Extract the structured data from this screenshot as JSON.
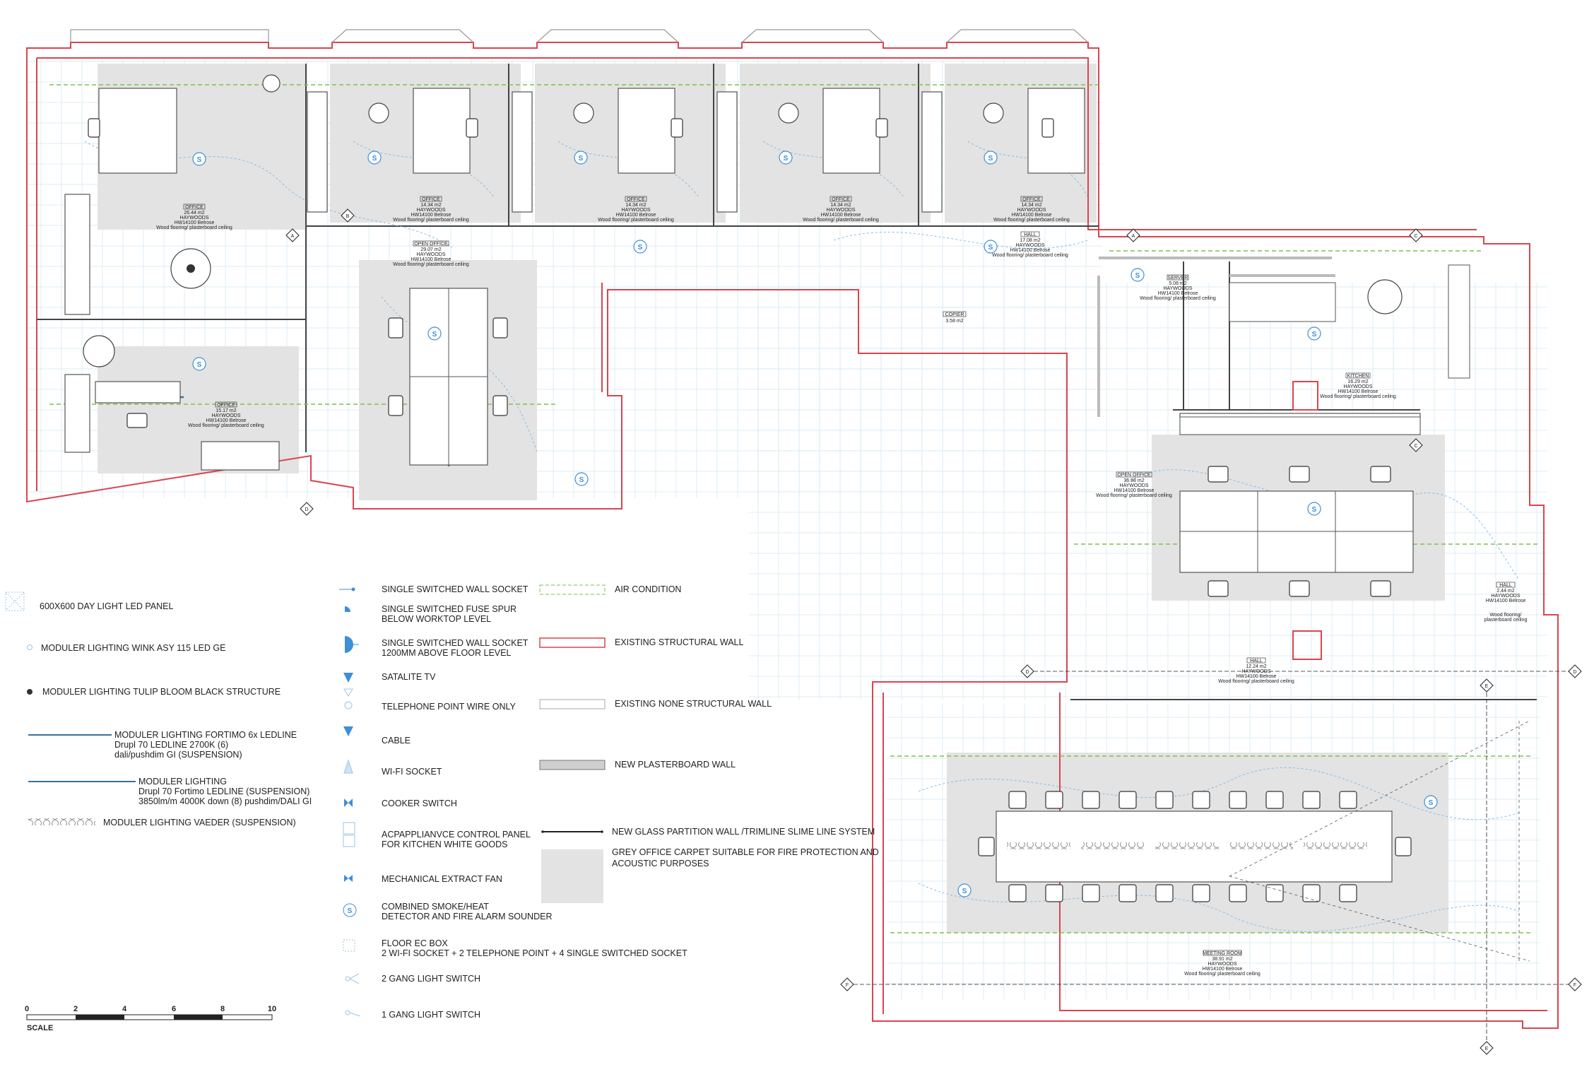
{
  "colors": {
    "structural_wall": "#d9454f",
    "partition": "#333333",
    "carpet": "#e3e3e3",
    "light_blue": "#3d8fd6",
    "aircon_green": "#7cc24a",
    "grid": "#cfe4f2",
    "background": "#ffffff"
  },
  "rooms": [
    {
      "id": "office1",
      "name": "OFFICE",
      "lines": [
        "26.44 m2",
        "HAYWOODS",
        "HW14100 Belrose",
        "Wood flooring/ plasterboard ceiling"
      ]
    },
    {
      "id": "office2",
      "name": "OFFICE",
      "lines": [
        "14.34 m2",
        "HAYWOODS",
        "HW14100 Belrose",
        "Wood flooring/ plasterboard ceiling"
      ]
    },
    {
      "id": "office3",
      "name": "OFFICE",
      "lines": [
        "14.34 m2",
        "HAYWOODS",
        "HW14100 Belrose",
        "Wood flooring/ plasterboard ceiling"
      ]
    },
    {
      "id": "office4",
      "name": "OFFICE",
      "lines": [
        "14.34 m2",
        "HAYWOODS",
        "HW14100 Belrose",
        "Wood flooring/ plasterboard ceiling"
      ]
    },
    {
      "id": "office5",
      "name": "OFFICE",
      "lines": [
        "14.34 m2",
        "HAYWOODS",
        "HW14100 Belrose",
        "Wood flooring/ plasterboard ceiling"
      ]
    },
    {
      "id": "open_office1",
      "name": "OPEN OFFICE",
      "lines": [
        "29.07 m2",
        "HAYWOODS",
        "HW14100 Belrose",
        "Wood flooring/ plasterboard ceiling"
      ]
    },
    {
      "id": "hall1",
      "name": "HALL",
      "lines": [
        "17.08 m2",
        "HAYWOODS",
        "HW14100 Belrose",
        "Wood flooring/ plasterboard ceiling"
      ]
    },
    {
      "id": "office6",
      "name": "OFFICE",
      "lines": [
        "15.17 m2",
        "HAYWOODS",
        "HW14100 Belrose",
        "Wood flooring/ plasterboard ceiling"
      ]
    },
    {
      "id": "copier",
      "name": "COPIER",
      "lines": [
        "3.58 m2"
      ]
    },
    {
      "id": "server",
      "name": "SERVER",
      "lines": [
        "5.08 m2",
        "HAYWOODS",
        "HW14100 Belrose",
        "Wood flooring/ plasterboard ceiling"
      ]
    },
    {
      "id": "kitchen",
      "name": "KITCHEN",
      "lines": [
        "16.29 m2",
        "HAYWOODS",
        "HW14100 Belrose",
        "Wood flooring/ plasterboard ceiling"
      ]
    },
    {
      "id": "open_office2",
      "name": "OPEN OFFICE",
      "lines": [
        "36.98 m2",
        "HAYWOODS",
        "HW14100 Belrose",
        "Wood flooring/ plasterboard ceiling"
      ]
    },
    {
      "id": "hall2",
      "name": "HALL",
      "lines": [
        "2.44 m2",
        "HAYWOODS",
        "HW14100 Belrose",
        "",
        "Wood flooring/",
        "plasterboard ceiling"
      ]
    },
    {
      "id": "hall3",
      "name": "HALL",
      "lines": [
        "12.24 m2",
        "HAYWOODS",
        "HW14100 Belrose",
        "Wood flooring/ plasterboard ceiling"
      ]
    },
    {
      "id": "meeting",
      "name": "MEETING ROOM",
      "lines": [
        "38.91 m2",
        "HAYWOODS",
        "HW14100 Belrose",
        "Wood flooring/ plasterboard ceiling"
      ]
    }
  ],
  "section_markers": [
    "A",
    "B",
    "C",
    "D",
    "E",
    "F"
  ],
  "legend_left": [
    {
      "icon": "led-panel",
      "lines": [
        "600X600 DAY LIGHT LED PANEL"
      ]
    },
    {
      "icon": "wink-light",
      "lines": [
        "MODULER LIGHTING WINK ASY 115 LED GE"
      ]
    },
    {
      "icon": "tulip-light",
      "lines": [
        "MODULER LIGHTING TULIP BLOOM BLACK STRUCTURE"
      ]
    },
    {
      "icon": "fortimo-line",
      "lines": [
        "MODULER LIGHTING FORTIMO  6x LEDLINE",
        "Drupl 70 LEDLINE 2700K (6)",
        "dali/pushdim GI (SUSPENSION)"
      ]
    },
    {
      "icon": "fortimo-line-2",
      "lines": [
        "MODULER LIGHTING",
        "Drupl 70 Fortimo LEDLINE (SUSPENSION)",
        "3850lm/m 4000K down (8) pushdim/DALI GI"
      ]
    },
    {
      "icon": "vaeder",
      "lines": [
        "MODULER LIGHTING VAEDER (SUSPENSION)"
      ]
    }
  ],
  "legend_mid": [
    {
      "icon": "wall-socket",
      "lines": [
        "SINGLE SWITCHED WALL SOCKET"
      ]
    },
    {
      "icon": "fuse-spur",
      "lines": [
        "SINGLE SWITCHED FUSE SPUR",
        "BELOW WORKTOP LEVEL"
      ]
    },
    {
      "icon": "wall-socket-high",
      "lines": [
        "SINGLE SWITCHED WALL SOCKET",
        "1200MM ABOVE FLOOR LEVEL"
      ]
    },
    {
      "icon": "satellite-tv",
      "lines": [
        "SATALITE TV"
      ]
    },
    {
      "icon": "telephone",
      "lines": [
        "TELEPHONE POINT WIRE ONLY"
      ]
    },
    {
      "icon": "cable",
      "lines": [
        "CABLE"
      ]
    },
    {
      "icon": "wifi",
      "lines": [
        "WI-FI SOCKET"
      ]
    },
    {
      "icon": "cooker",
      "lines": [
        "COOKER SWITCH"
      ]
    },
    {
      "icon": "control-panel",
      "lines": [
        "ACPAPPLIANVCE CONTROL PANEL",
        "FOR KITCHEN WHITE GOODS"
      ]
    },
    {
      "icon": "extract-fan",
      "lines": [
        "MECHANICAL EXTRACT FAN"
      ]
    },
    {
      "icon": "smoke-detector",
      "lines": [
        "COMBINED SMOKE/HEAT",
        "DETECTOR AND FIRE ALARM SOUNDER"
      ]
    },
    {
      "icon": "floor-box",
      "lines": [
        "FLOOR EC BOX",
        "2 WI-FI SOCKET + 2 TELEPHONE POINT + 4 SINGLE SWITCHED  SOCKET"
      ]
    },
    {
      "icon": "switch-2gang",
      "lines": [
        "2 GANG LIGHT SWITCH"
      ]
    },
    {
      "icon": "switch-1gang",
      "lines": [
        "1 GANG LIGHT SWITCH"
      ]
    }
  ],
  "legend_right": [
    {
      "icon": "air-condition",
      "lines": [
        "AIR CONDITION"
      ]
    },
    {
      "icon": "structural-wall",
      "lines": [
        "EXISTING STRUCTURAL WALL"
      ]
    },
    {
      "icon": "non-structural-wall",
      "lines": [
        "EXISTING NONE STRUCTURAL WALL"
      ]
    },
    {
      "icon": "plasterboard-wall",
      "lines": [
        "NEW PLASTERBOARD WALL"
      ]
    },
    {
      "icon": "glass-partition",
      "lines": [
        "NEW GLASS PARTITION  WALL /TRIMLINE SLIME LINE SYSTEM"
      ]
    },
    {
      "icon": "carpet",
      "lines": [
        "GREY OFFICE CARPET SUITABLE FOR FIRE PROTECTION AND",
        "ACOUSTIC PURPOSES"
      ]
    }
  ],
  "scale": {
    "ticks": [
      "0",
      "2",
      "4",
      "6",
      "8",
      "10"
    ],
    "label": "SCALE"
  },
  "smoke_symbol": "S"
}
